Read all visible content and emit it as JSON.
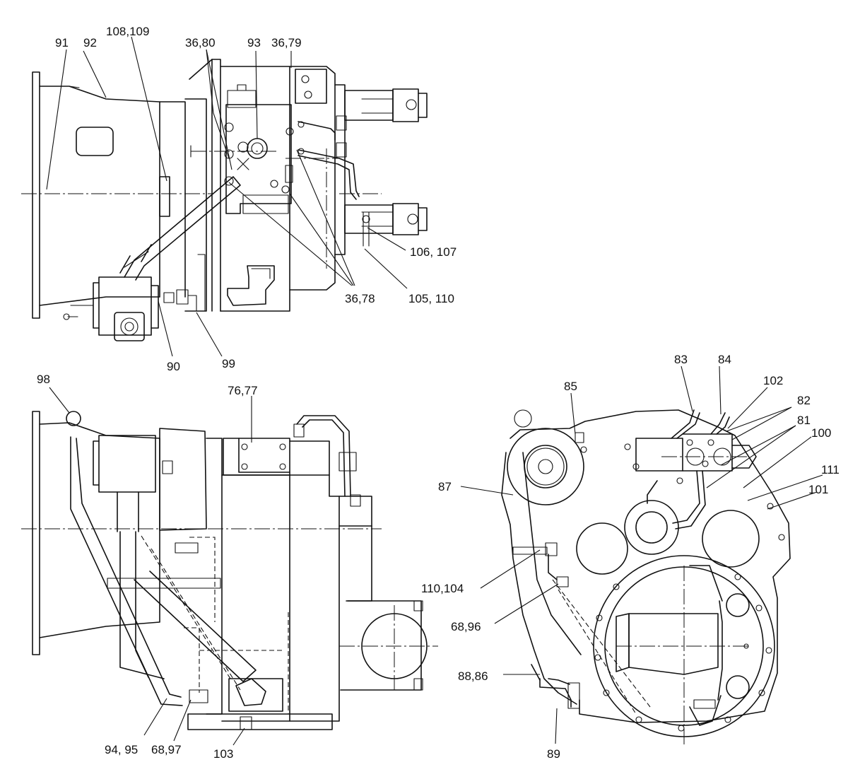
{
  "callouts": {
    "c91": "91",
    "c92": "92",
    "c108_109": "108,109",
    "c36_80": "36,80",
    "c93": "93",
    "c36_79": "36,79",
    "c106_107": "106, 107",
    "c105_110": "105, 110",
    "c36_78": "36,78",
    "c90": "90",
    "c99": "99",
    "c98": "98",
    "c76_77": "76,77",
    "c94_95": "94, 95",
    "c68_97": "68,97",
    "c103": "103",
    "c83": "83",
    "c84": "84",
    "c85": "85",
    "c102": "102",
    "c82": "82",
    "c81": "81",
    "c100": "100",
    "c111": "111",
    "c101": "101",
    "c87": "87",
    "c110_104": "110,104",
    "c68_96": "68,96",
    "c88_86": "88,86",
    "c89": "89"
  }
}
